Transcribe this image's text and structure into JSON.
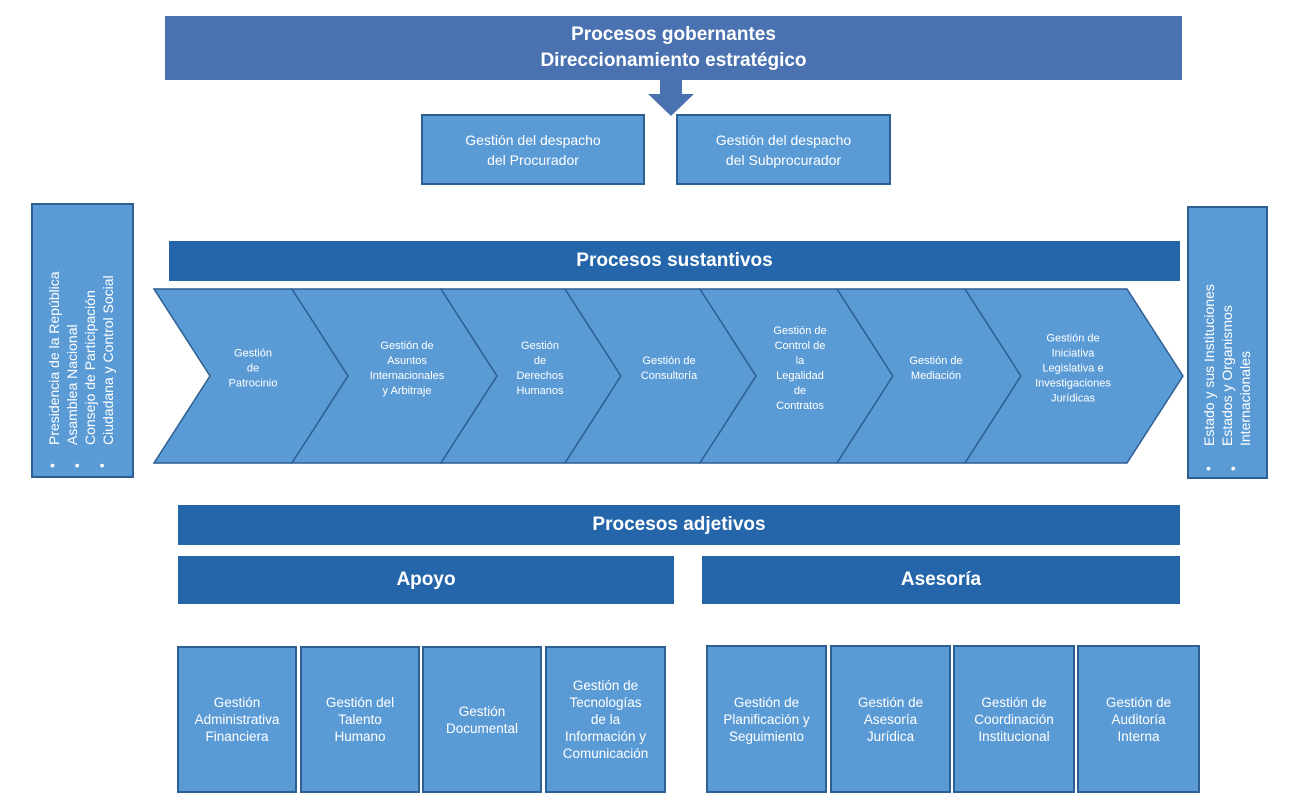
{
  "governing": {
    "line1": "Procesos gobernantes",
    "line2": "Direccionamiento estratégico"
  },
  "dispatch_boxes": [
    {
      "lines": [
        "Gestión del despacho",
        "del Procurador"
      ]
    },
    {
      "lines": [
        "Gestión del despacho",
        "del Subprocurador"
      ]
    }
  ],
  "left_sidebar": {
    "lines": [
      "Presidencia de la República",
      "Asamblea Nacional",
      "Consejo de Participación",
      "Ciudadana y Control Social"
    ],
    "bullets": "• • •"
  },
  "right_sidebar": {
    "lines": [
      "Estado y sus Instituciones",
      "Estados y Organismos",
      "Internacionales"
    ],
    "bullets": "• •"
  },
  "substantive": {
    "title": "Procesos sustantivos",
    "chevrons": [
      {
        "lines": [
          "Gestión",
          "de",
          "Patrocinio"
        ]
      },
      {
        "lines": [
          "Gestión de",
          "Asuntos",
          "Internacionales",
          "y Arbitraje"
        ]
      },
      {
        "lines": [
          "Gestión",
          "de",
          "Derechos",
          "Humanos"
        ]
      },
      {
        "lines": [
          "Gestión de",
          "Consultoría"
        ]
      },
      {
        "lines": [
          "Gestión de",
          "Control de",
          "la",
          "Legalidad",
          "de",
          "Contratos"
        ]
      },
      {
        "lines": [
          "Gestión de",
          "Mediación"
        ]
      },
      {
        "lines": [
          "Gestión de",
          "Iniciativa",
          "Legislativa e",
          "Investigaciones",
          "Jurídicas"
        ]
      }
    ]
  },
  "adjective": {
    "title": "Procesos adjetivos",
    "support_title": "Apoyo",
    "advisory_title": "Asesoría",
    "support_boxes": [
      {
        "lines": [
          "Gestión",
          "Administrativa",
          "Financiera"
        ]
      },
      {
        "lines": [
          "Gestión del",
          "Talento",
          "Humano"
        ]
      },
      {
        "lines": [
          "Gestión",
          "Documental"
        ]
      },
      {
        "lines": [
          "Gestión de",
          "Tecnologías",
          "de la",
          "Información y",
          "Comunicación"
        ]
      }
    ],
    "advisory_boxes": [
      {
        "lines": [
          "Gestión de",
          "Planificación y",
          "Seguimiento"
        ]
      },
      {
        "lines": [
          "Gestión de",
          "Asesoría",
          "Jurídica"
        ]
      },
      {
        "lines": [
          "Gestión de",
          "Coordinación",
          "Institucional"
        ]
      },
      {
        "lines": [
          "Gestión de",
          "Auditoría",
          "Interna"
        ]
      }
    ]
  },
  "colors": {
    "header_band": "#4a72b0",
    "section_band": "#2566ab",
    "box_fill": "#5b9bd5",
    "box_border": "#2e5f93",
    "text": "#ffffff"
  }
}
